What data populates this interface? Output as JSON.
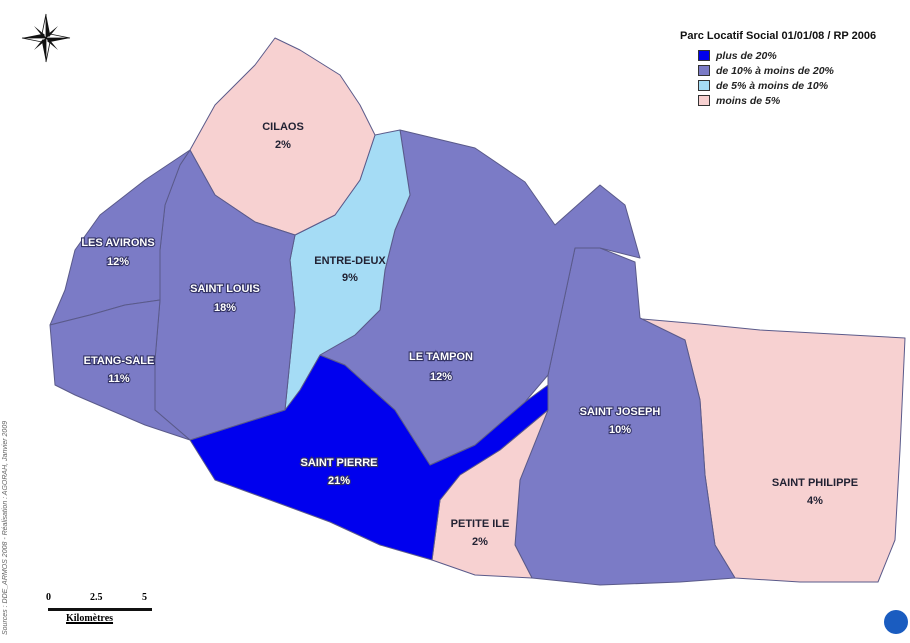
{
  "legend": {
    "title": "Parc Locatif Social 01/01/08 / RP 2006",
    "items": [
      {
        "label": "plus de 20%",
        "color": "#0000ee"
      },
      {
        "label": "de 10% à moins de 20%",
        "color": "#7b7bc6"
      },
      {
        "label": "de 5% à moins de 10%",
        "color": "#a5dcf5"
      },
      {
        "label": "moins de 5%",
        "color": "#f7d1d1"
      }
    ]
  },
  "communes": [
    {
      "name": "CILAOS",
      "pct": "2%",
      "color": "#f7d1d1"
    },
    {
      "name": "LES AVIRONS",
      "pct": "12%",
      "color": "#7b7bc6"
    },
    {
      "name": "ENTRE-DEUX",
      "pct": "9%",
      "color": "#a5dcf5"
    },
    {
      "name": "SAINT LOUIS",
      "pct": "18%",
      "color": "#7b7bc6"
    },
    {
      "name": "ETANG-SALE",
      "pct": "11%",
      "color": "#7b7bc6"
    },
    {
      "name": "LE TAMPON",
      "pct": "12%",
      "color": "#7b7bc6"
    },
    {
      "name": "SAINT JOSEPH",
      "pct": "10%",
      "color": "#7b7bc6"
    },
    {
      "name": "SAINT PIERRE",
      "pct": "21%",
      "color": "#0000ee"
    },
    {
      "name": "SAINT PHILIPPE",
      "pct": "4%",
      "color": "#f7d1d1"
    },
    {
      "name": "PETITE ILE",
      "pct": "2%",
      "color": "#f7d1d1"
    }
  ],
  "sources": "Sources : DDE_ARMOS 2008 - Réalisation : AGORAH, Janvier 2009",
  "scale": {
    "ticks": [
      "0",
      "2.5",
      "5"
    ],
    "unit": "Kilomètres"
  }
}
